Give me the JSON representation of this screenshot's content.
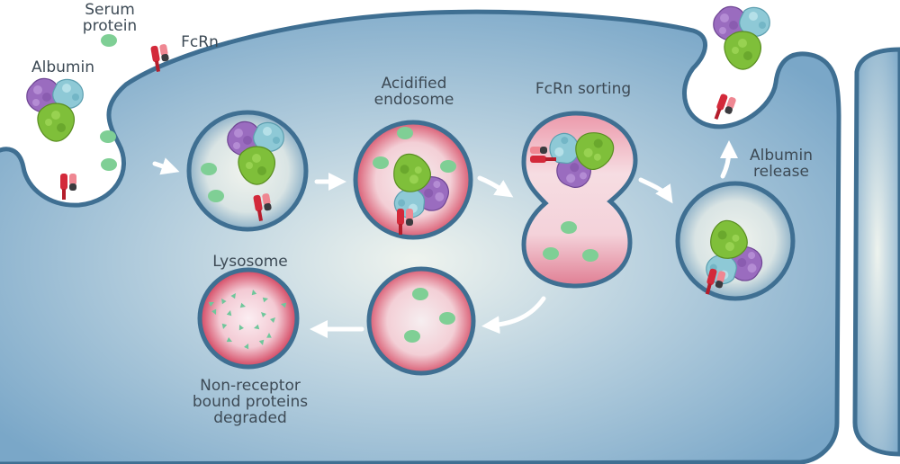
{
  "labels": {
    "serum_protein": "Serum\nprotein",
    "fcrn": "FcRn",
    "albumin": "Albumin",
    "acidified_endosome": "Acidified\nendosome",
    "fcrn_sorting": "FcRn sorting",
    "albumin_release": "Albumin\nrelease",
    "lysosome": "Lysosome",
    "degraded": "Non-receptor\nbound proteins\ndegraded"
  },
  "colors": {
    "cell_fill": "#7aa7c8",
    "cell_center": "#e8f0ec",
    "membrane": "#3f6f92",
    "protein_green": "#7fcf95",
    "endosome_pink": "#e8a2ad",
    "fcrn_red": "#c8202f",
    "fcrn_pink": "#ef7c87",
    "albumin_purple": "#9a6cbf",
    "albumin_cyan": "#8ec9d6",
    "albumin_green": "#7fbf3a",
    "arrow": "#ffffff"
  },
  "icons": [
    "albumin-protein-icon",
    "fcrn-receptor-icon",
    "serum-protein-icon",
    "protein-fragment-icon"
  ]
}
